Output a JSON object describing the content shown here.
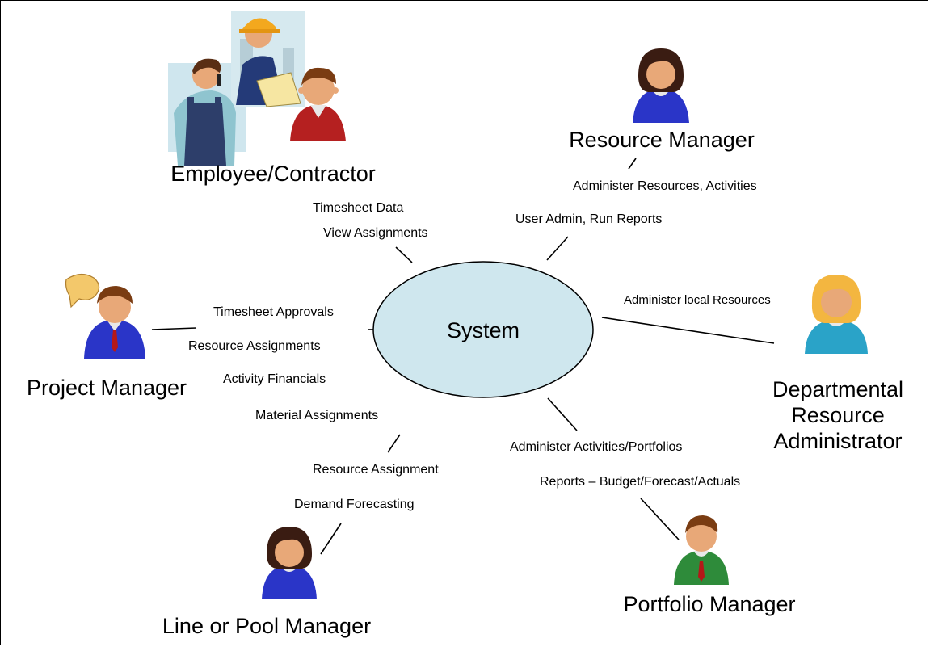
{
  "colors": {
    "system_fill": "#cfe7ee",
    "line": "#000000",
    "suit_blue": "#2a35c8",
    "suit_green": "#2e8b3a",
    "suit_red": "#b52020",
    "suit_teal": "#2aa3c8",
    "skin": "#e8a878",
    "hair_brown": "#7a3c12",
    "hair_dark": "#3a1c12",
    "hair_blonde": "#f3b640",
    "bubble": "#f3c86b"
  },
  "system": {
    "label": "System"
  },
  "actors": {
    "employee": {
      "label": "Employee/Contractor",
      "icon": "workers-icon"
    },
    "resource_manager": {
      "label": "Resource Manager",
      "icon": "female-user-icon"
    },
    "project_manager": {
      "label": "Project Manager",
      "icon": "male-user-speech-icon"
    },
    "departmental": {
      "lines": [
        "Departmental",
        "Resource",
        "Administrator"
      ],
      "icon": "female-user-icon"
    },
    "line_pool": {
      "label": "Line or Pool Manager",
      "icon": "female-user-icon"
    },
    "portfolio": {
      "label": "Portfolio Manager",
      "icon": "male-user-icon"
    }
  },
  "flows": {
    "timesheet_data": "Timesheet Data",
    "view_assignments": "View Assignments",
    "administer_resources_activities": "Administer Resources, Activities",
    "user_admin_run_reports": "User Admin, Run Reports",
    "administer_local_resources": "Administer local Resources",
    "timesheet_approvals": "Timesheet Approvals",
    "resource_assignments": "Resource Assignments",
    "activity_financials": "Activity Financials",
    "material_assignments": "Material Assignments",
    "resource_assignment": "Resource Assignment",
    "demand_forecasting": "Demand Forecasting",
    "administer_activities_portfolios": "Administer Activities/Portfolios",
    "reports_budget": "Reports – Budget/Forecast/Actuals"
  }
}
